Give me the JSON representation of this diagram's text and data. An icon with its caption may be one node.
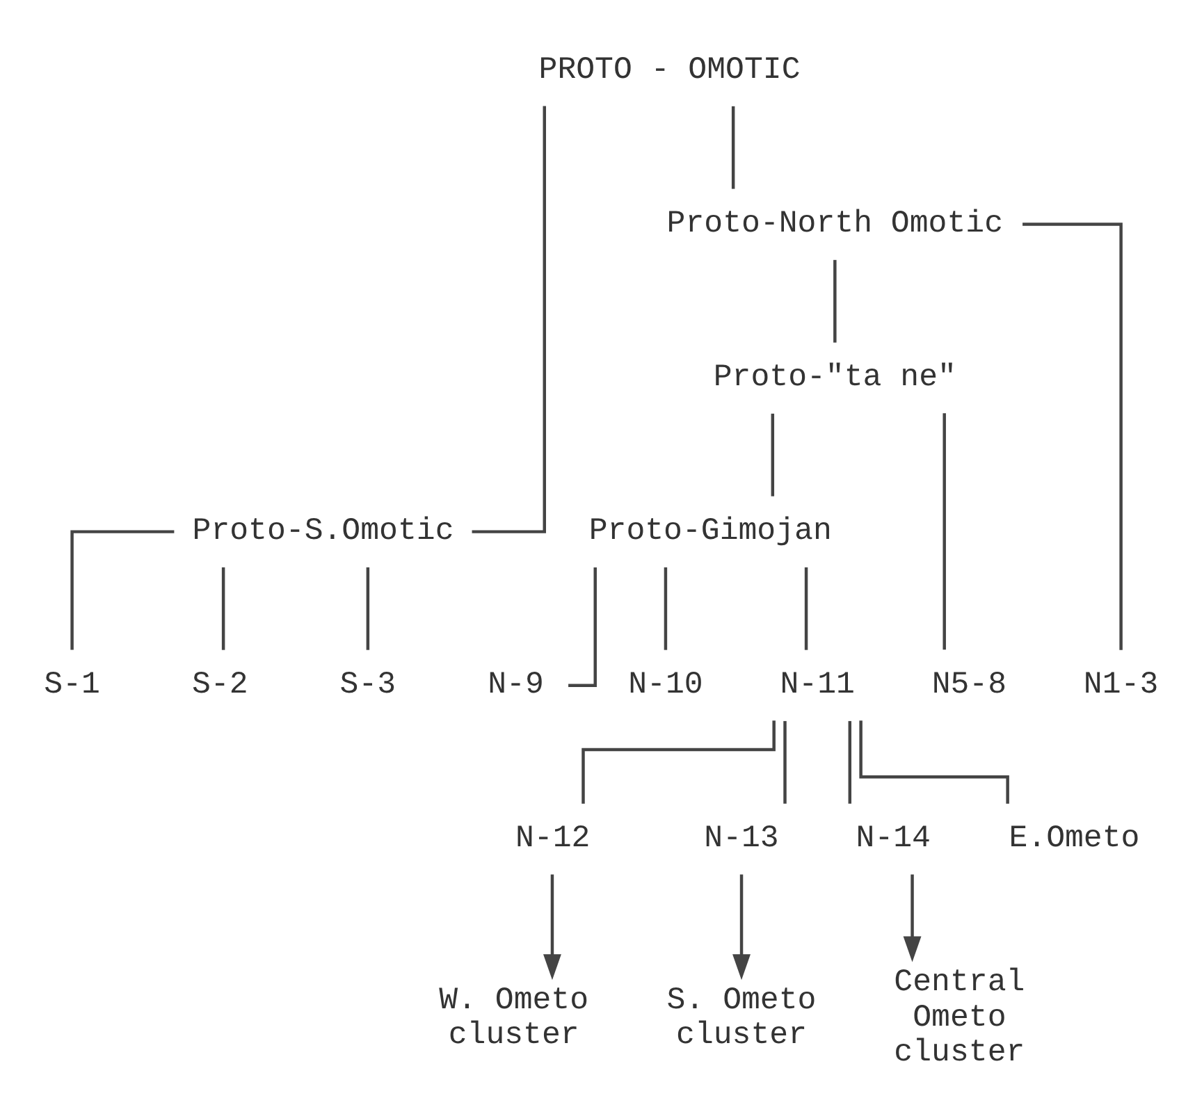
{
  "diagram": {
    "nodes": [
      {
        "text": [
          "PROTO - OMOTIC"
        ]
      },
      {
        "text": [
          "Proto-S.Omotic"
        ]
      },
      {
        "text": [
          "Proto-North Omotic"
        ]
      },
      {
        "text": [
          "S-1"
        ]
      },
      {
        "text": [
          "S-2"
        ]
      },
      {
        "text": [
          "S-3"
        ]
      },
      {
        "text": [
          "Proto-\"ta ne\""
        ]
      },
      {
        "text": [
          "N1-3"
        ]
      },
      {
        "text": [
          "Proto-Gimojan"
        ]
      },
      {
        "text": [
          "N5-8"
        ]
      },
      {
        "text": [
          "N-9"
        ]
      },
      {
        "text": [
          "N-10"
        ]
      },
      {
        "text": [
          "N-11"
        ]
      },
      {
        "text": [
          "N-12"
        ]
      },
      {
        "text": [
          "N-13"
        ]
      },
      {
        "text": [
          "N-14"
        ]
      },
      {
        "text": [
          "E.Ometo"
        ]
      },
      {
        "text": [
          "W. Ometo cluster"
        ]
      },
      {
        "text": [
          "S. Ometo cluster"
        ]
      },
      {
        "text": [
          "Central Ometo cluster"
        ]
      }
    ],
    "edges": [
      {
        "from": 0,
        "to": 1,
        "arrow": "none"
      },
      {
        "from": 0,
        "to": 2,
        "arrow": "none"
      },
      {
        "from": 1,
        "to": 3,
        "arrow": "none"
      },
      {
        "from": 1,
        "to": 4,
        "arrow": "none"
      },
      {
        "from": 1,
        "to": 5,
        "arrow": "none"
      },
      {
        "from": 2,
        "to": 7,
        "arrow": "none"
      },
      {
        "from": 2,
        "to": 6,
        "arrow": "none"
      },
      {
        "from": 6,
        "to": 9,
        "arrow": "none"
      },
      {
        "from": 6,
        "to": 8,
        "arrow": "none"
      },
      {
        "from": 8,
        "to": 10,
        "arrow": "none"
      },
      {
        "from": 8,
        "to": 11,
        "arrow": "none"
      },
      {
        "from": 8,
        "to": 12,
        "arrow": "none"
      },
      {
        "from": 12,
        "to": 13,
        "arrow": "none"
      },
      {
        "from": 12,
        "to": 14,
        "arrow": "none"
      },
      {
        "from": 12,
        "to": 15,
        "arrow": "none"
      },
      {
        "from": 12,
        "to": 16,
        "arrow": "none"
      },
      {
        "from": 13,
        "to": 17,
        "arrow": "to"
      },
      {
        "from": 14,
        "to": 18,
        "arrow": "to"
      },
      {
        "from": 15,
        "to": 19,
        "arrow": "to"
      }
    ]
  }
}
